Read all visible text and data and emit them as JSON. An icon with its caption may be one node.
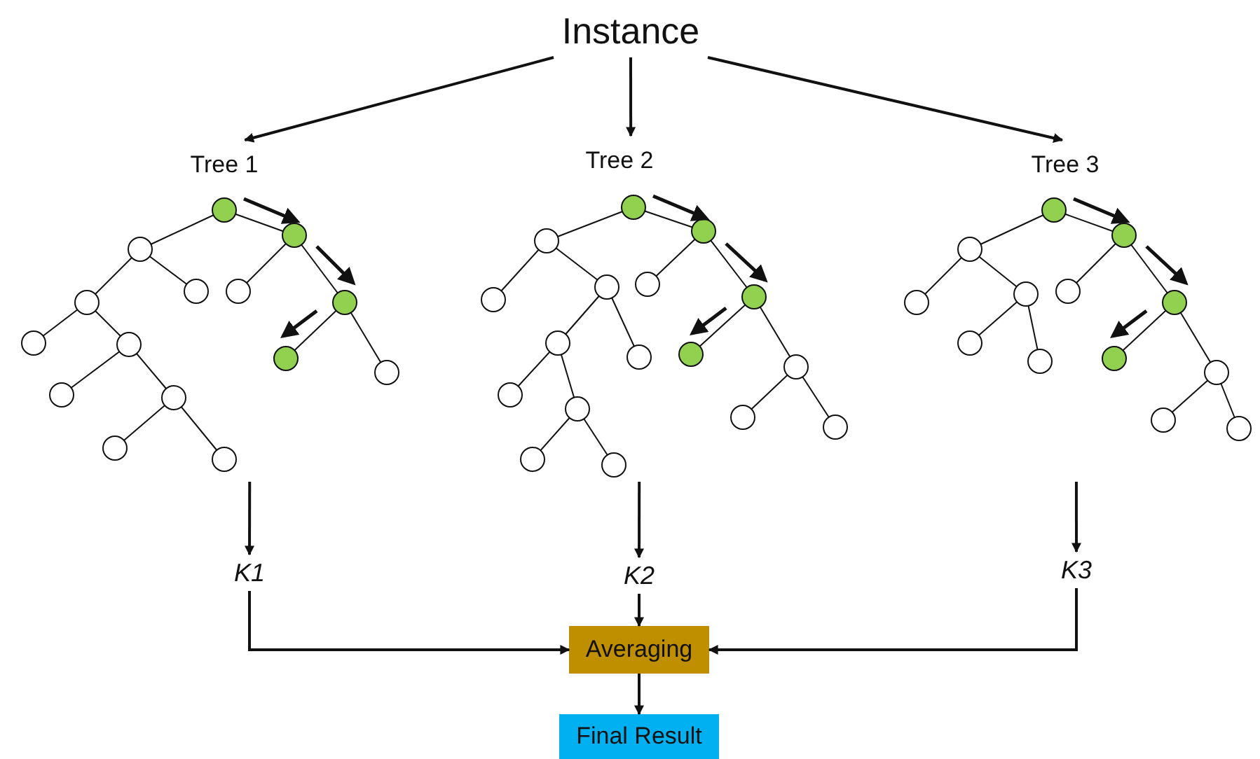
{
  "diagram": {
    "nodes": [
      {
        "text": [
          "Instance"
        ]
      },
      {
        "text": [
          "Tree 1"
        ]
      },
      {
        "text": [
          "Tree 2"
        ]
      },
      {
        "text": [
          "Tree 3"
        ]
      },
      {
        "text": [
          "K1"
        ]
      },
      {
        "text": [
          "K2"
        ]
      },
      {
        "text": [
          "K3"
        ]
      },
      {
        "text": [
          "Averaging"
        ]
      },
      {
        "text": [
          "Final Result"
        ]
      }
    ],
    "edges": [
      {
        "from": 0,
        "to": 1,
        "arrow": "to"
      },
      {
        "from": 0,
        "to": 2,
        "arrow": "to"
      },
      {
        "from": 0,
        "to": 3,
        "arrow": "to"
      },
      {
        "from": 1,
        "to": 4,
        "arrow": "to"
      },
      {
        "from": 2,
        "to": 5,
        "arrow": "to"
      },
      {
        "from": 3,
        "to": 6,
        "arrow": "to"
      },
      {
        "from": 4,
        "to": 7,
        "arrow": "to"
      },
      {
        "from": 5,
        "to": 7,
        "arrow": "to"
      },
      {
        "from": 6,
        "to": 7,
        "arrow": "to"
      },
      {
        "from": 7,
        "to": 8,
        "arrow": "to"
      }
    ]
  }
}
